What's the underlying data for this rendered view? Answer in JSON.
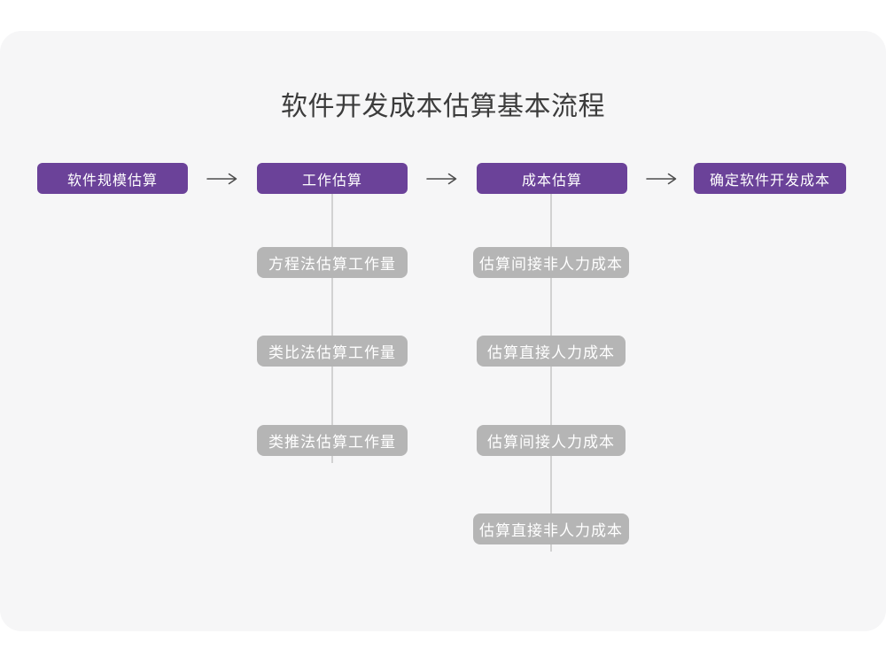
{
  "title": "软件开发成本估算基本流程",
  "colors": {
    "page_bg": "#ffffff",
    "card_bg": "#f6f6f7",
    "stage_bg": "#6b4299",
    "stage_text": "#ffffff",
    "sub_bg": "#b5b5b5",
    "sub_text": "#ffffff",
    "connector": "#d2d2d2",
    "arrow": "#4d4d4d",
    "title_text": "#3c3c3c"
  },
  "flow": {
    "steps": [
      {
        "label": "软件规模估算"
      },
      {
        "label": "工作估算"
      },
      {
        "label": "成本估算"
      },
      {
        "label": "确定软件开发成本"
      }
    ],
    "work_breakdown": [
      "方程法估算工作量",
      "类比法估算工作量",
      "类推法估算工作量"
    ],
    "cost_breakdown": [
      "估算间接非人力成本",
      "估算直接人力成本",
      "估算间接人力成本",
      "估算直接非人力成本"
    ]
  }
}
